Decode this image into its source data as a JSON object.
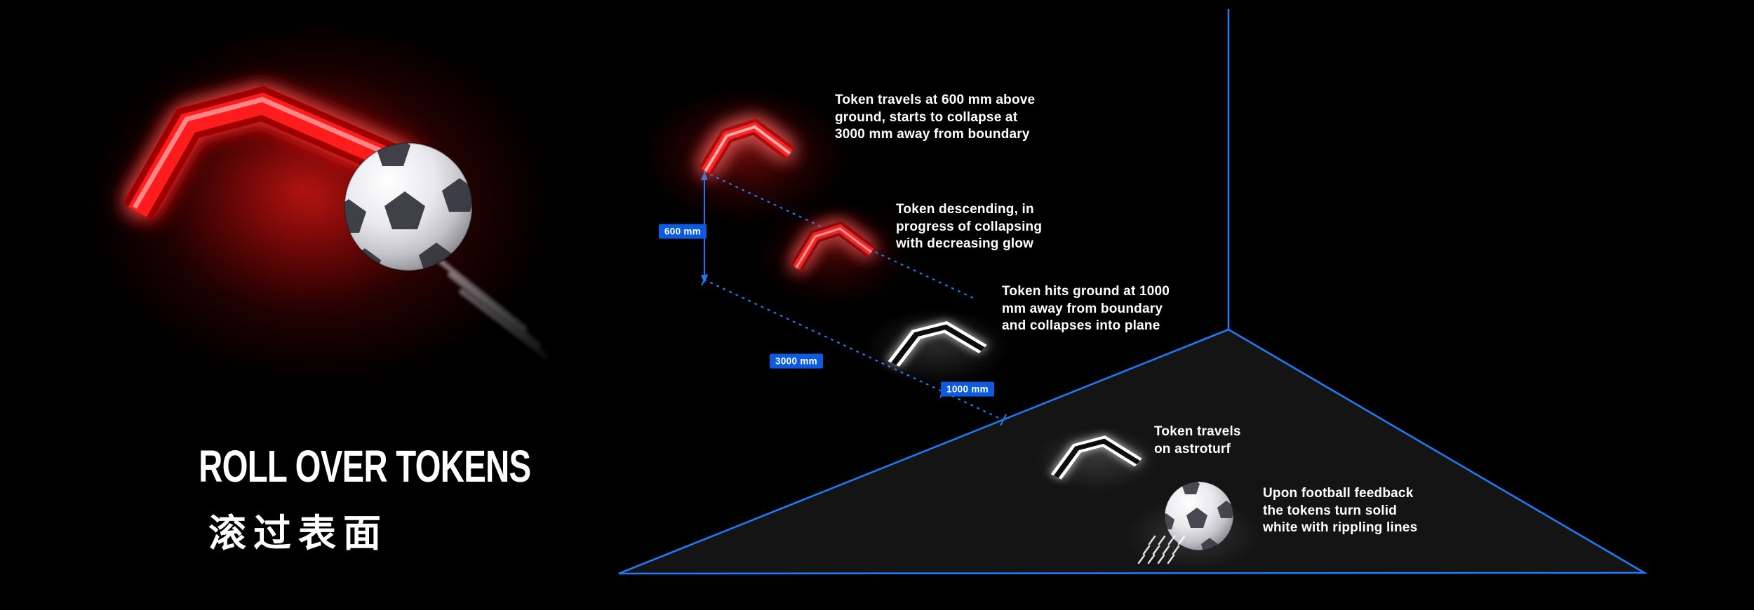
{
  "meta": {
    "background": "#000000"
  },
  "title_block": {
    "title": "ROLL OVER TOKENS",
    "subtitle_cn": "滚过表面"
  },
  "colors": {
    "accent_blue": "#1e7bf5",
    "badge_blue": "#0d5cdf",
    "token_red": "#ff1c1c",
    "token_white": "#ffffff",
    "text_white": "#ffffff"
  },
  "dimensions": {
    "height": "600 mm",
    "collapse_distance": "3000 mm",
    "ground_distance": "1000 mm"
  },
  "annotations": [
    {
      "name": "token-travel-height",
      "text": "Token travels at 600 mm above\nground, starts to collapse at\n3000 mm away from boundary"
    },
    {
      "name": "token-descending",
      "text": "Token descending, in\nprogress of collapsing\nwith decreasing glow"
    },
    {
      "name": "token-hits-ground",
      "text": "Token hits ground at 1000\nmm away from boundary\nand collapses into plane"
    },
    {
      "name": "token-on-astroturf",
      "text": "Token travels\non astroturf"
    },
    {
      "name": "football-feedback",
      "text": "Upon football feedback\nthe tokens turn solid\nwhite with rippling lines"
    }
  ],
  "icons": {
    "token_chevron": "angular-ribbon-chevron",
    "football": "soccer-ball-sphere",
    "ripple_lines": "hatch-marks",
    "motion_trail": "speed-lines",
    "dimension_arrow": "double-arrow-vertical"
  }
}
